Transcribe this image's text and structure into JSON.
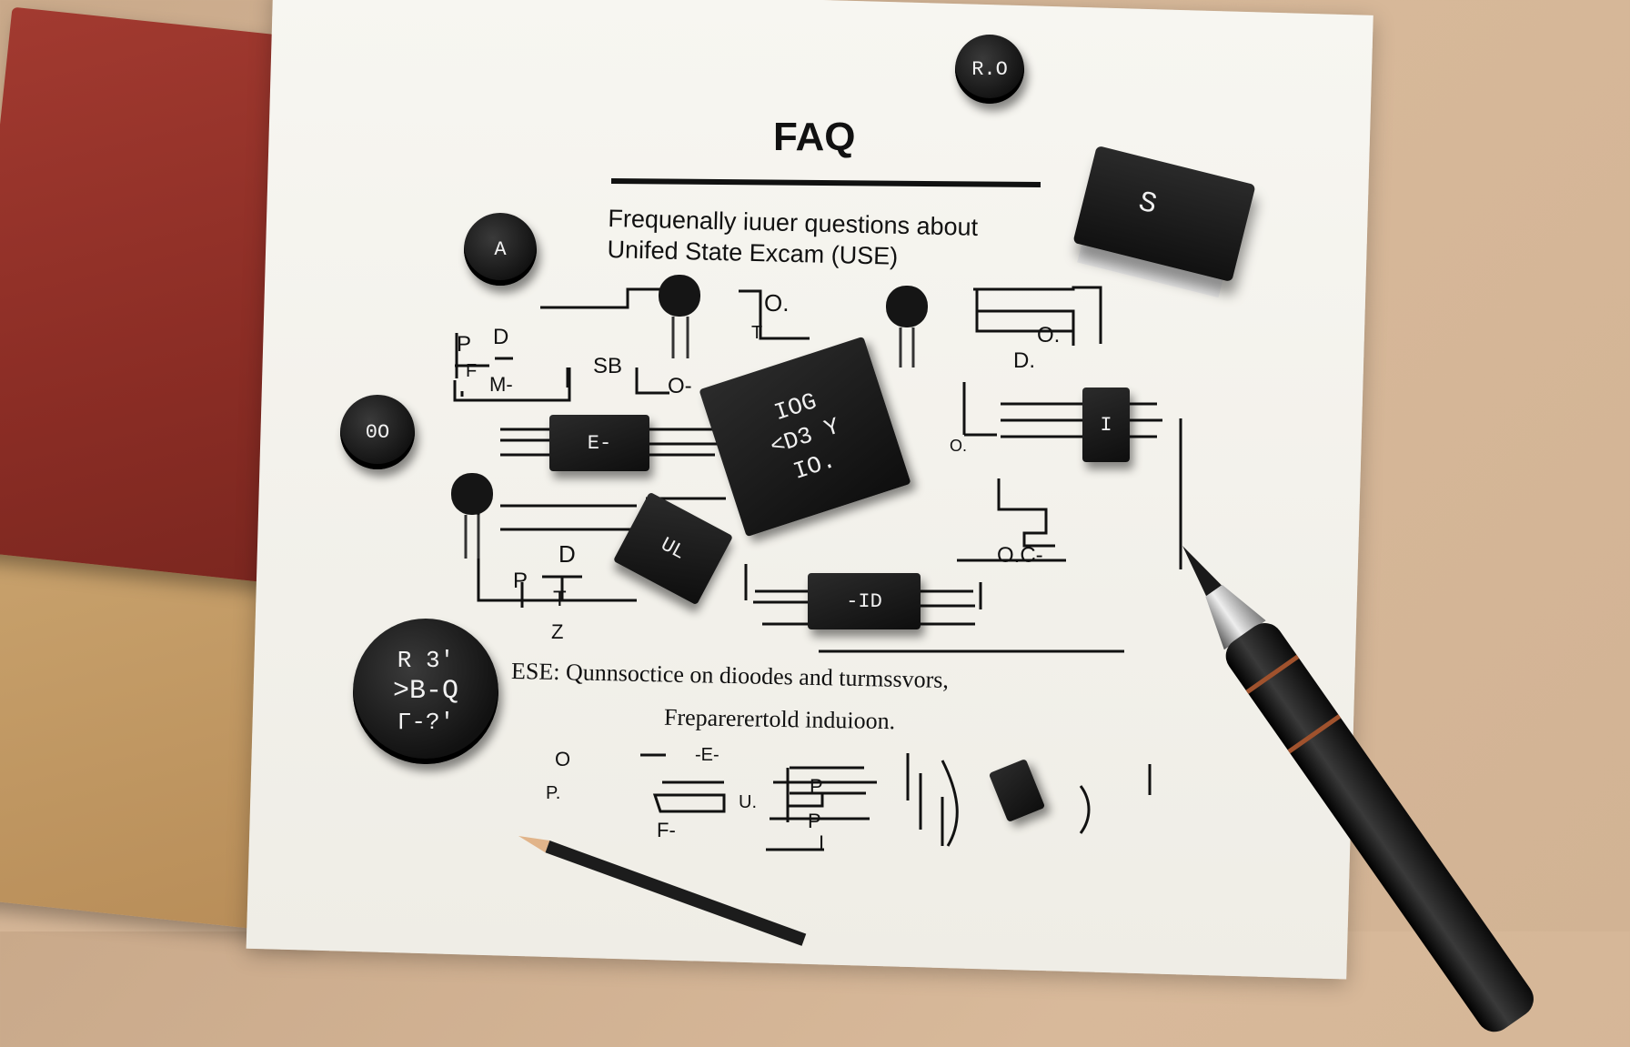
{
  "title": "FAQ",
  "subtitle_lines": [
    "Frequenally iuuer questions about",
    "Unifed State Excam (USE)"
  ],
  "ese_line": "ESE: Qunnsoctice on dioodes and turmssvors,",
  "prep_line": "Freparerertold induioon.",
  "buttons": {
    "ro": "R.O",
    "a": "A",
    "oo": "0O",
    "r3_line1": "R 3'",
    "r3_line2": ">B-Q",
    "r3_line3": "Γ-?'"
  },
  "switch_label": "S",
  "chips": {
    "main_line1": "IOG",
    "main_line2": "<D3 Y",
    "main_line3": "IO.",
    "e": "E-",
    "d": "-ID",
    "uc": "UL",
    "i": "I"
  },
  "circuit_labels": {
    "o_top": "O.",
    "t_top": "T",
    "o_right": "O.",
    "d_right": "D.",
    "d_left": "D",
    "p_left": "P",
    "f_left": "F",
    "m_left": "M-",
    "sb": "SB",
    "o_mid": "O-",
    "o_small": "O.",
    "oc": "O.C-",
    "d_lower": "D",
    "p_lower": "P",
    "t_lower": "T",
    "z_lower": "Z",
    "o_bottom1": "O",
    "p_bottom1": "P.",
    "e_bottom": "-E-",
    "u_bottom": "U.",
    "f_bottom": "F-",
    "p_box1": "P",
    "p_box2": "P",
    "i_bottom": "I"
  },
  "colors": {
    "ink": "#111111",
    "paper": "#f3f1ea",
    "book_red": "#8b2d25",
    "desk": "#d2b394"
  }
}
